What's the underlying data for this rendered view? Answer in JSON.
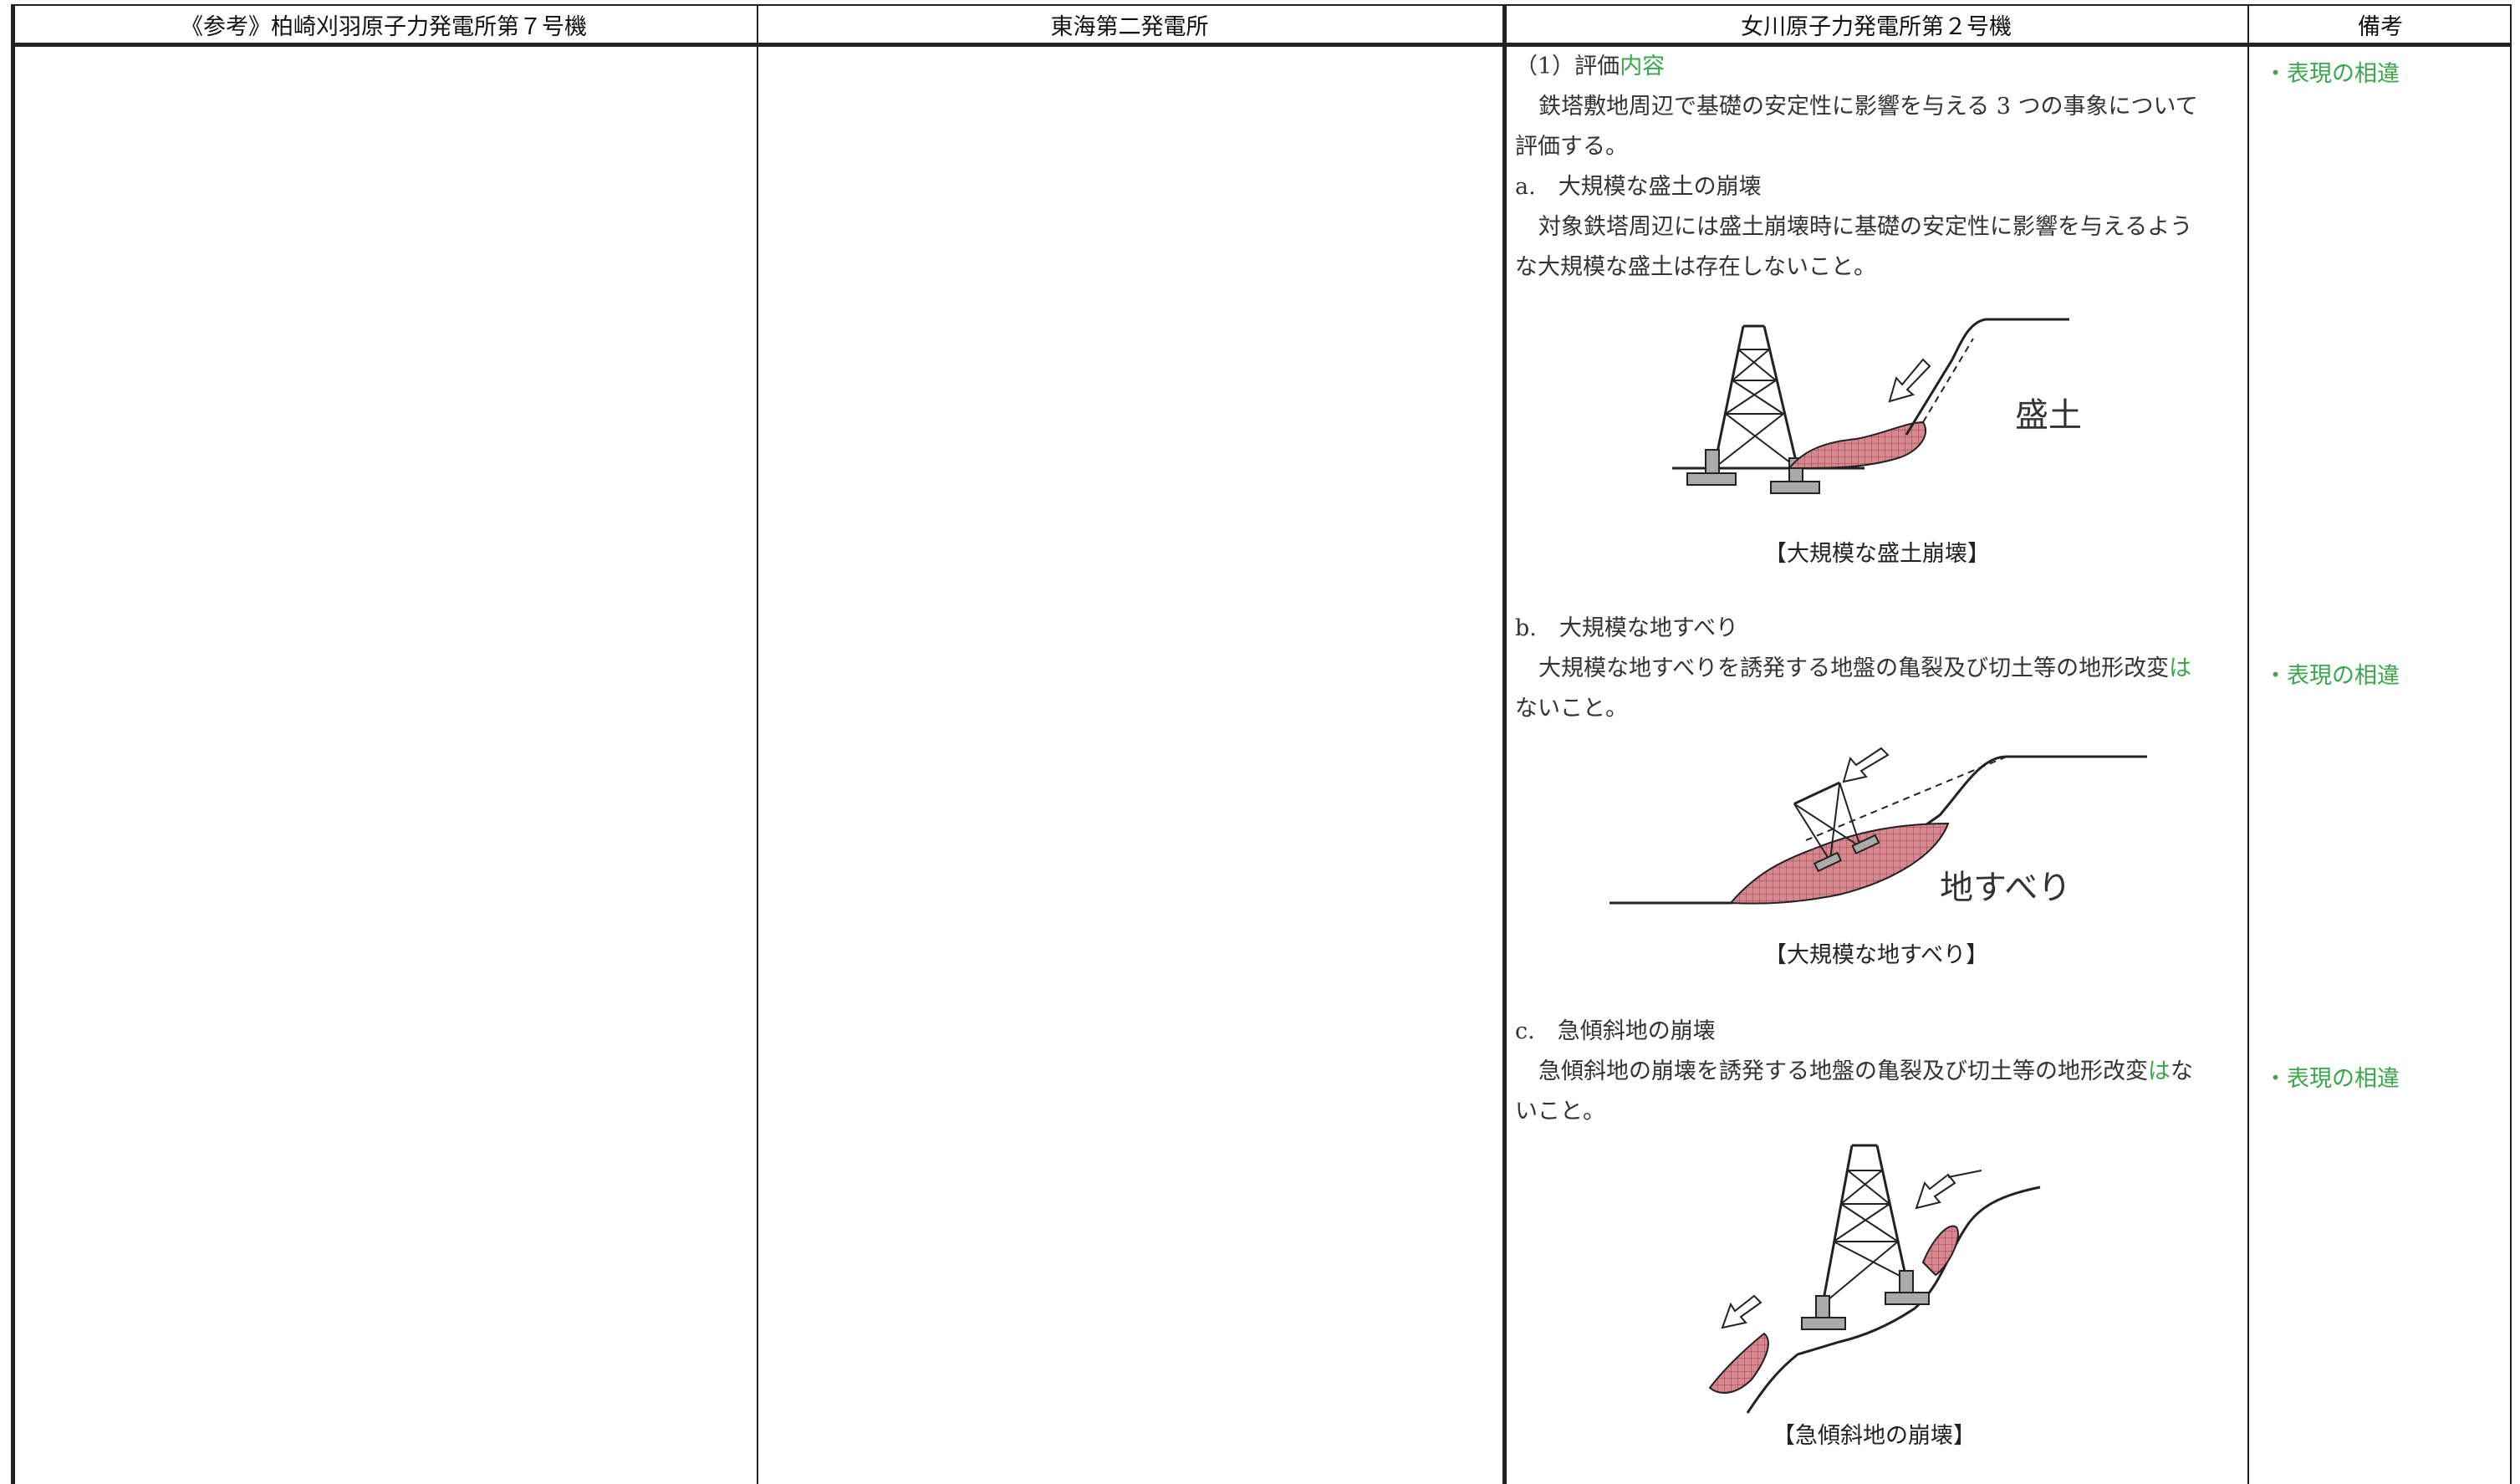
{
  "header": {
    "col1": "《参考》柏崎刈羽原子力発電所第７号機",
    "col2": "東海第二発電所",
    "col3": "女川原子力発電所第２号機",
    "col4": "備考"
  },
  "onagawa": {
    "section_title_a": "（1）評価",
    "section_title_b": "内容",
    "intro_line1": "鉄塔敷地周辺で基礎の安定性に影響を与える 3 つの事象について",
    "intro_line2": "評価する。",
    "item_a": {
      "heading": "a.　大規模な盛土の崩壊",
      "line1": "対象鉄塔周辺には盛土崩壊時に基礎の安定性に影響を与えるよう",
      "line2": "な大規模な盛土は存在しないこと。",
      "figure_label": "盛土",
      "caption": "【大規模な盛土崩壊】"
    },
    "item_b": {
      "heading": "b.　大規模な地すべり",
      "line1_a": "大規模な地すべりを誘発する地盤の亀裂及び切土等の地形改変",
      "line1_b": "は",
      "line2": "ないこと。",
      "figure_label": "地すべり",
      "caption": "【大規模な地すべり】"
    },
    "item_c": {
      "heading": "c.　急傾斜地の崩壊",
      "line1_a": "急傾斜地の崩壊を誘発する地盤の亀裂及び切土等の地形改変",
      "line1_b": "は",
      "line1_c": "な",
      "line2": "いこと。",
      "caption": "【急傾斜地の崩壊】"
    }
  },
  "remarks": {
    "note1": "・表現の相違",
    "note2": "・表現の相違",
    "note3": "・表現の相違"
  },
  "colors": {
    "highlight": "#3aa84a",
    "slide_fill": "#d9868c"
  }
}
